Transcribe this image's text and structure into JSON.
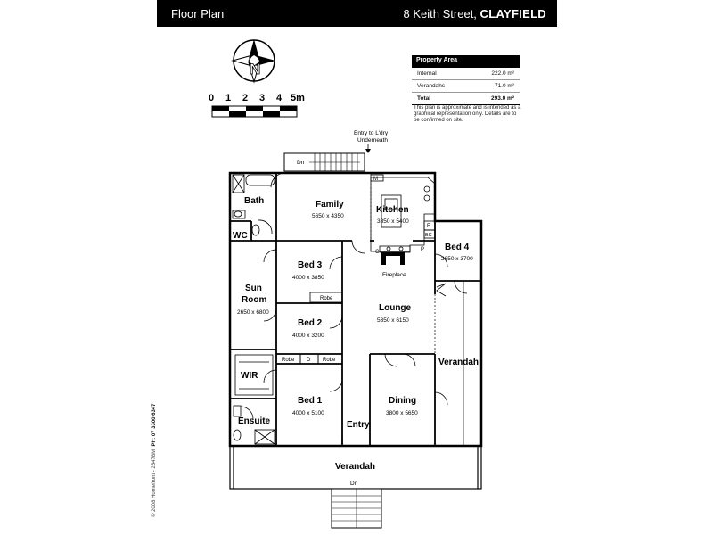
{
  "header": {
    "title": "Floor Plan",
    "address_street": "8 Keith Street,",
    "address_suburb": "CLAYFIELD"
  },
  "scale": {
    "ticks": [
      "0",
      "1",
      "2",
      "3",
      "4",
      "5m"
    ]
  },
  "property_area": {
    "heading": "Property Area",
    "rows": [
      {
        "label": "Internal",
        "value": "222.0 m²"
      },
      {
        "label": "Verandahs",
        "value": "71.0 m²"
      }
    ],
    "total": {
      "label": "Total",
      "value": "293.0 m²"
    }
  },
  "disclaimer": "This plan is approximate and is intended as a graphical representation only. Details are to be confirmed on site.",
  "credit": "© 2008 Homefront - 25478M",
  "phone": "Ph: 07 3300 6347",
  "annotations": {
    "entry_laundry": [
      "Entry to L'dry",
      "Underneath"
    ],
    "dn_top": "Dn",
    "dn_bottom": "Dn",
    "m": "M",
    "f": "F",
    "bc": "BC",
    "p": "P",
    "c": "C",
    "d": "D",
    "robe": "Robe",
    "fireplace": "Fireplace"
  },
  "rooms": {
    "bath": {
      "name": "Bath"
    },
    "wc": {
      "name": "WC"
    },
    "family": {
      "name": "Family",
      "size": "5650 x 4350"
    },
    "kitchen": {
      "name": "Kitchen",
      "size": "3850 x 5400"
    },
    "bed4": {
      "name": "Bed 4",
      "size": "2650 x 3700"
    },
    "bed3": {
      "name": "Bed 3",
      "size": "4000 x 3850"
    },
    "sunroom": {
      "name_l1": "Sun",
      "name_l2": "Room",
      "size": "2650 x 6800"
    },
    "lounge": {
      "name": "Lounge",
      "size": "5350 x 6150"
    },
    "bed2": {
      "name": "Bed 2",
      "size": "4000 x 3200"
    },
    "verandah_side": {
      "name": "Verandah"
    },
    "wir": {
      "name": "WIR"
    },
    "bed1": {
      "name": "Bed 1",
      "size": "4000 x 5100"
    },
    "dining": {
      "name": "Dining",
      "size": "3800 x 5650"
    },
    "ensuite": {
      "name": "Ensuite"
    },
    "entry": {
      "name": "Entry"
    },
    "verandah_front": {
      "name": "Verandah"
    }
  }
}
